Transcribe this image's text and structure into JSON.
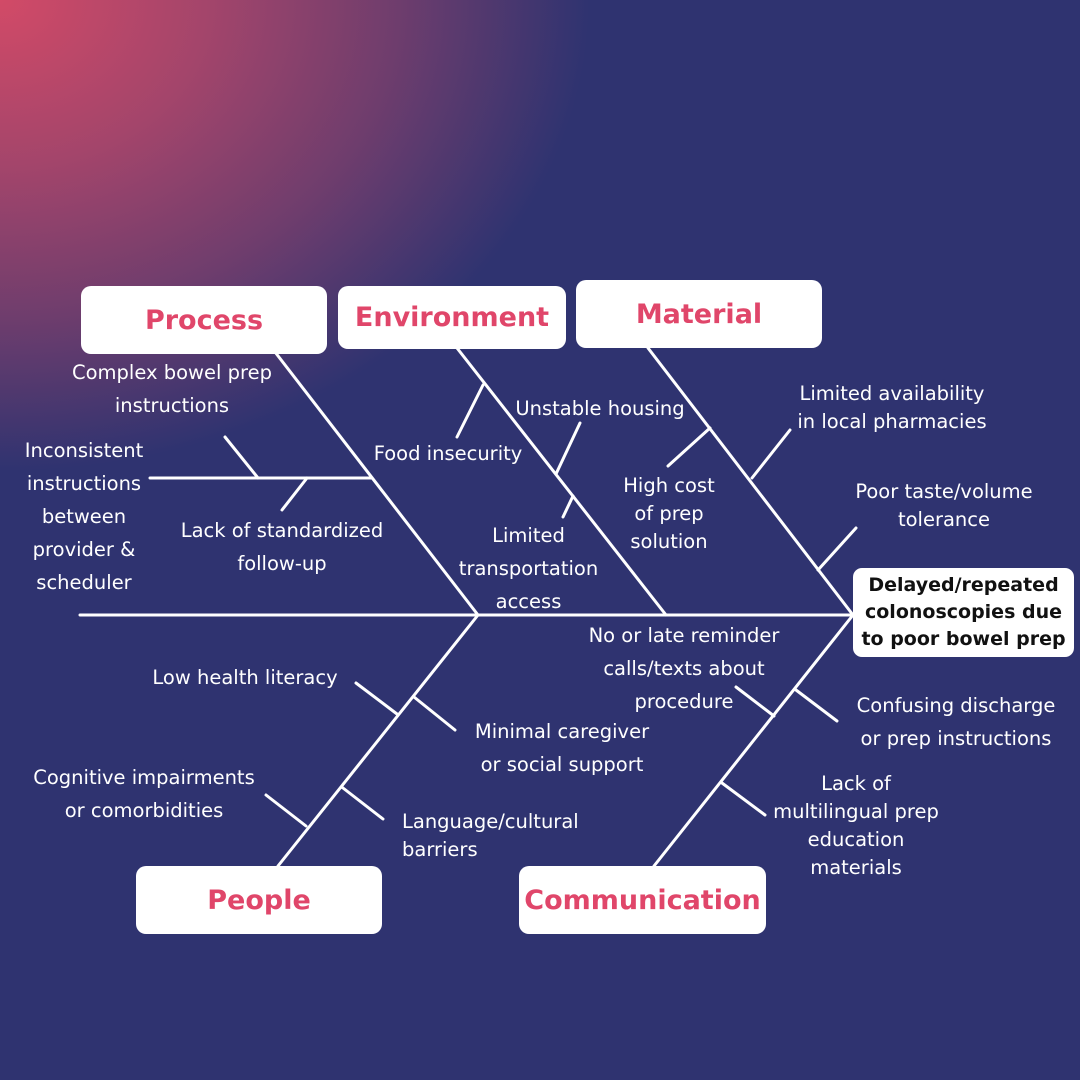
{
  "effect": "Delayed/repeated\ncolonoscopies due\nto poor bowel prep",
  "categories": {
    "process": "Process",
    "environment": "Environment",
    "material": "Material",
    "people": "People",
    "communication": "Communication"
  },
  "causes": {
    "process": {
      "complex_instructions": "Complex bowel prep\ninstructions",
      "inconsistent_instructions": "Inconsistent\ninstructions\nbetween\nprovider &\nscheduler",
      "lack_followup": "Lack of standardized\nfollow-up"
    },
    "environment": {
      "food_insecurity": "Food insecurity",
      "unstable_housing": "Unstable housing",
      "limited_transportation": "Limited\ntransportation\naccess"
    },
    "material": {
      "limited_availability": "Limited availability\nin local pharmacies",
      "high_cost": "High cost\nof prep\nsolution",
      "poor_taste": "Poor taste/volume\ntolerance"
    },
    "people": {
      "low_health_literacy": "Low health literacy",
      "minimal_support": "Minimal caregiver\nor social support",
      "cognitive": "Cognitive impairments\nor comorbidities",
      "language": "Language/cultural\nbarriers"
    },
    "communication": {
      "reminder_calls": "No or late reminder\ncalls/texts about\nprocedure",
      "confusing_discharge": "Confusing discharge\nor prep instructions",
      "multilingual": "Lack of\nmultilingual prep\neducation\nmaterials"
    }
  },
  "colors": {
    "background": "#2f3370",
    "gradient_accent": "#d24a67",
    "category_text": "#e0466a",
    "line": "#ffffff"
  }
}
